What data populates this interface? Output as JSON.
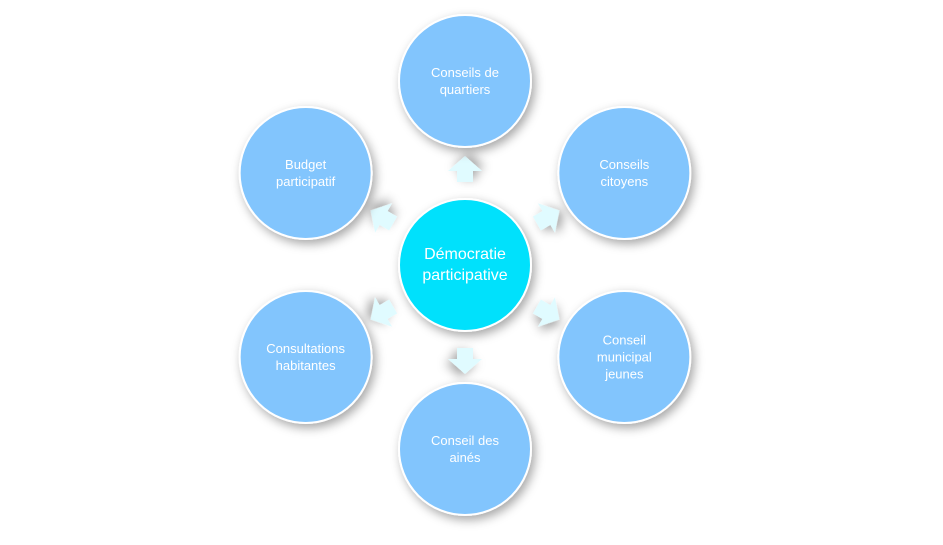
{
  "center": {
    "label": "Démocratie\nparticipative",
    "color": "#00E1FC"
  },
  "nodes": [
    {
      "label": "Conseils de\nquartiers"
    },
    {
      "label": "Conseils\ncitoyens"
    },
    {
      "label": "Conseil\nmunicipal\njeunes"
    },
    {
      "label": "Conseil des\nainés"
    },
    {
      "label": "Consultations\nhabitantes"
    },
    {
      "label": "Budget\nparticipatif"
    }
  ],
  "colors": {
    "node": "#82C5FD",
    "arrow": "#E0FBFF",
    "outline": "#ffffff"
  }
}
